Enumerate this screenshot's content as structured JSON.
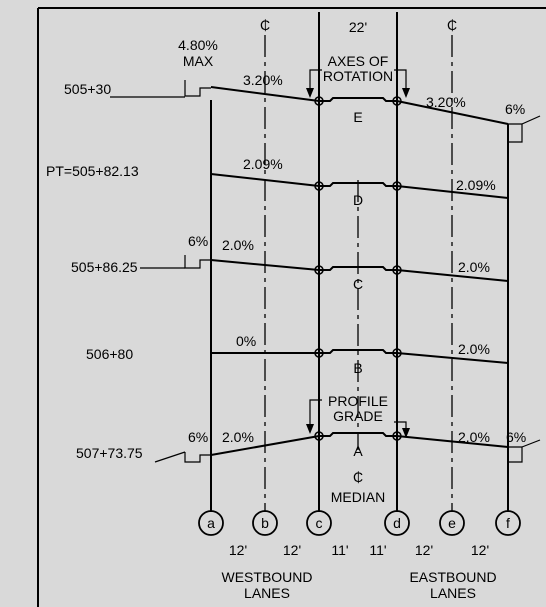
{
  "centerline_symbol": "₵",
  "axes_label": [
    "AXES OF",
    "ROTATION"
  ],
  "median_width_label": "22'",
  "max_label": [
    "4.80%",
    "MAX"
  ],
  "stations": [
    {
      "station": "505+30",
      "section": "E",
      "left_slope": "3.20%",
      "right_slope": "3.20%",
      "left_edge_note": "",
      "right_edge_note": "6%"
    },
    {
      "station": "PT=505+82.13",
      "section": "D",
      "left_slope": "2.09%",
      "right_slope": "2.09%",
      "left_edge_note": "",
      "right_edge_note": ""
    },
    {
      "station": "505+86.25",
      "section": "C",
      "left_slope": "2.0%",
      "right_slope": "2.0%",
      "left_edge_note": "6%",
      "right_edge_note": ""
    },
    {
      "station": "506+80",
      "section": "B",
      "left_slope": "0%",
      "right_slope": "2.0%",
      "left_edge_note": "",
      "right_edge_note": ""
    },
    {
      "station": "507+73.75",
      "section": "A",
      "left_slope": "2.0%",
      "right_slope": "2.0%",
      "left_edge_note": "6%",
      "right_edge_note": "6%"
    }
  ],
  "profile_grade_label": [
    "PROFILE",
    "GRADE"
  ],
  "median_label": "MEDIAN",
  "lane_markers": [
    "a",
    "b",
    "c",
    "d",
    "e",
    "f"
  ],
  "lane_widths": [
    "12'",
    "12'",
    "11'",
    "11'",
    "12'",
    "12'"
  ],
  "westbound_label": [
    "WESTBOUND",
    "LANES"
  ],
  "eastbound_label": [
    "EASTBOUND",
    "LANES"
  ]
}
